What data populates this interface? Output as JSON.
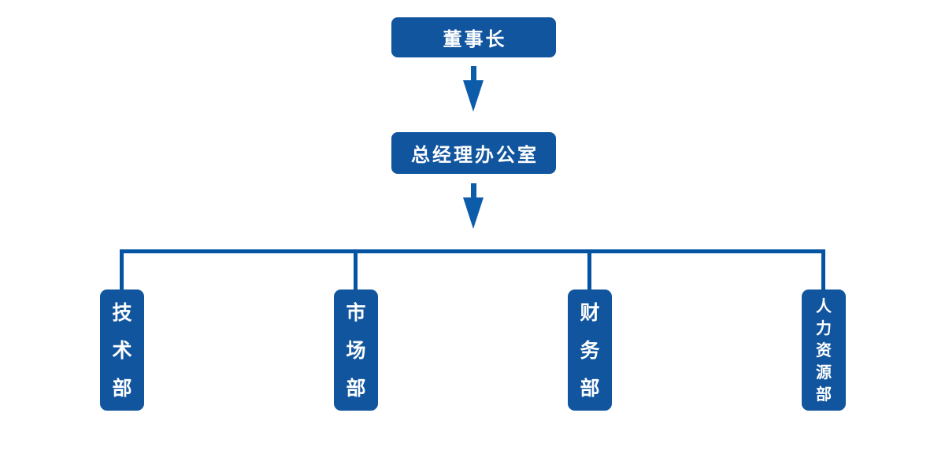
{
  "colors": {
    "node_fill": "#11559E",
    "node_text": "#FFFFFF",
    "connector": "#0553A3",
    "arrow": "#0D5CA9",
    "background": "#FFFFFF"
  },
  "org": {
    "type": "org-chart",
    "root": {
      "label": "董事长"
    },
    "level2": {
      "label": "总经理办公室"
    },
    "departments": [
      {
        "label": "技术部",
        "chars": [
          "技",
          "术",
          "部"
        ]
      },
      {
        "label": "市场部",
        "chars": [
          "市",
          "场",
          "部"
        ]
      },
      {
        "label": "财务部",
        "chars": [
          "财",
          "务",
          "部"
        ]
      },
      {
        "label": "人力资源部",
        "chars": [
          "人",
          "力",
          "资",
          "源",
          "部"
        ]
      }
    ]
  }
}
